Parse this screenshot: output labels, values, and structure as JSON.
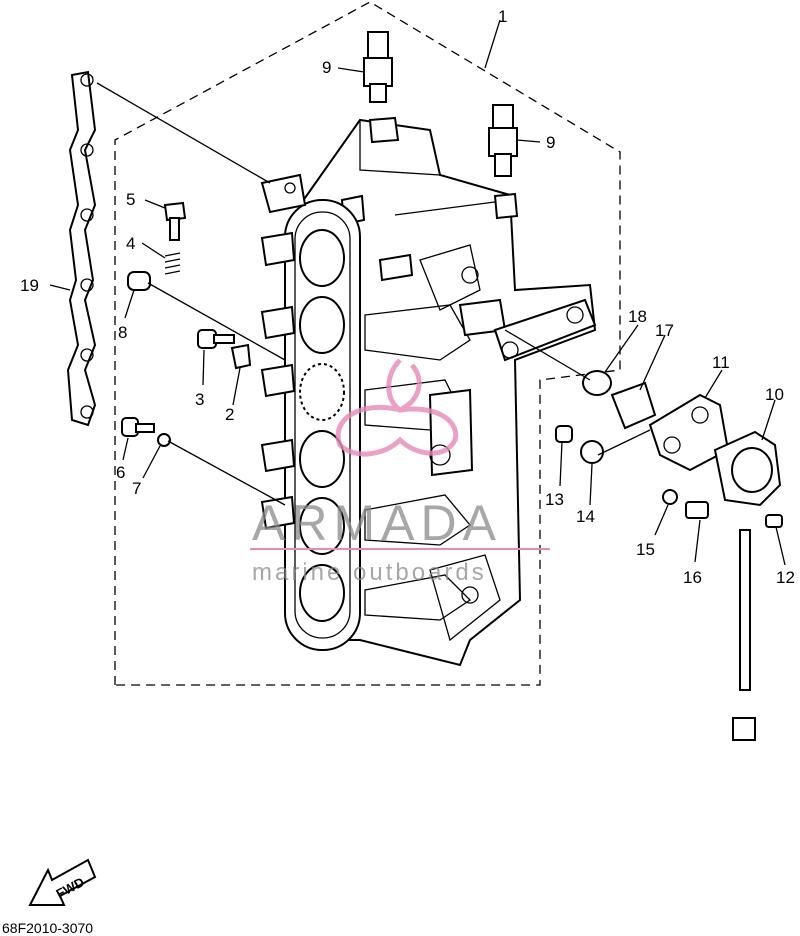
{
  "diagram": {
    "callouts": [
      "1",
      "2",
      "3",
      "4",
      "5",
      "6",
      "7",
      "8",
      "9",
      "9",
      "10",
      "11",
      "12",
      "13",
      "14",
      "15",
      "16",
      "17",
      "18",
      "19"
    ],
    "part_code": "68F2010-3070",
    "direction_label": "FWD"
  },
  "watermark": {
    "brand": "ARMADA",
    "tagline": "marine outboards",
    "color": "#e68ab8"
  }
}
